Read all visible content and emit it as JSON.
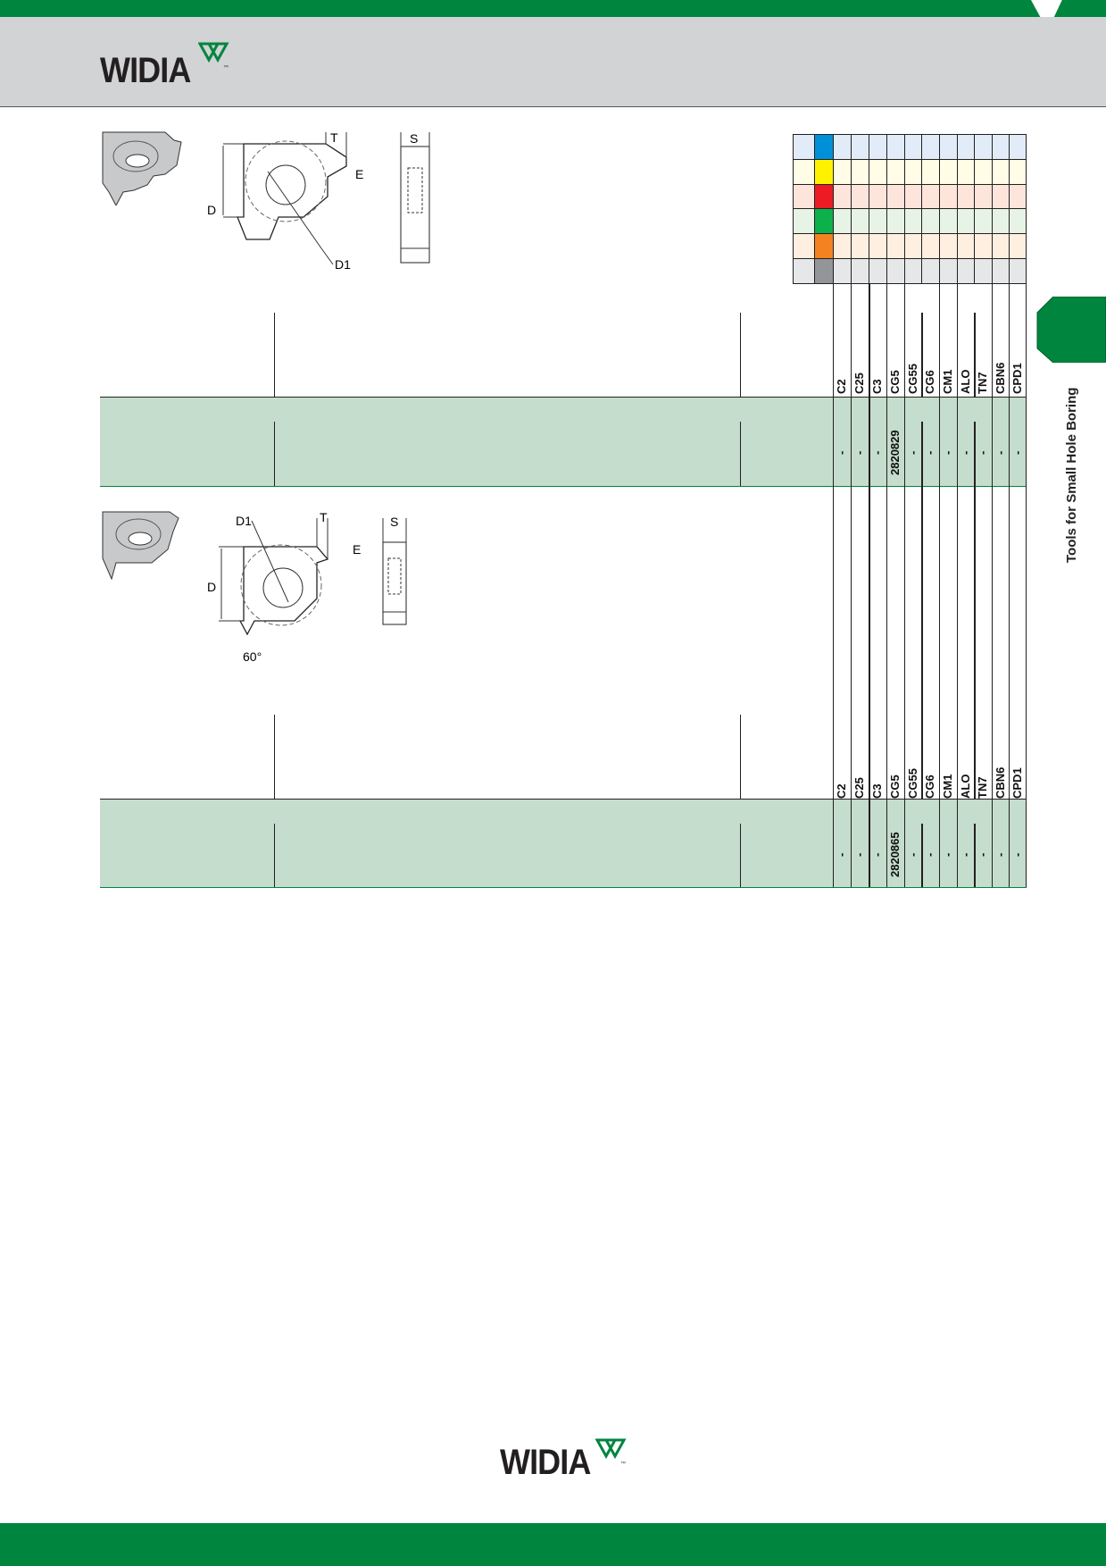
{
  "header": {
    "brand": "WIDIA",
    "tm": "™"
  },
  "side_tab": {
    "label": "Tools for Small Hole Boring"
  },
  "footer": {
    "brand": "WIDIA",
    "tm": "™"
  },
  "colors": {
    "brand_green": "#00853f",
    "row_green": "#c5ddcc"
  },
  "material_groups": [
    {
      "swatch": "#0090d8",
      "bg": "#e1ecf8"
    },
    {
      "swatch": "#fff200",
      "bg": "#fffde6"
    },
    {
      "swatch": "#ed1c24",
      "bg": "#fde5dc"
    },
    {
      "swatch": "#0db14b",
      "bg": "#e7f3e5"
    },
    {
      "swatch": "#f58220",
      "bg": "#feefe0"
    },
    {
      "swatch": "#939598",
      "bg": "#e6e7e8"
    }
  ],
  "grades": [
    "C2",
    "C25",
    "C3",
    "CG5",
    "CG55",
    "CG6",
    "CM1",
    "ALO",
    "TN7",
    "CBN6",
    "CPD1"
  ],
  "sections": [
    {
      "drawing_labels": {
        "T": "T",
        "E": "E",
        "S": "S",
        "D": "D",
        "D1": "D1"
      },
      "values": [
        "-",
        "-",
        "-",
        "2820829",
        "-",
        "-",
        "-",
        "-",
        "-",
        "-",
        "-"
      ]
    },
    {
      "drawing_labels": {
        "T": "T",
        "E": "E",
        "S": "S",
        "D": "D",
        "D1": "D1",
        "angle": "60°"
      },
      "values": [
        "-",
        "-",
        "-",
        "2820865",
        "-",
        "-",
        "-",
        "-",
        "-",
        "-",
        "-"
      ]
    }
  ]
}
